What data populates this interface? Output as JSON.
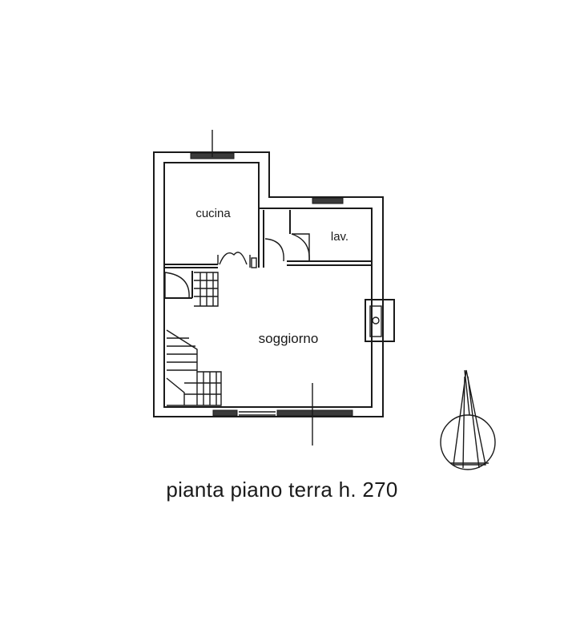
{
  "rooms": {
    "kitchen": "cucina",
    "bathroom": "lav.",
    "living": "soggiorno"
  },
  "caption": "pianta piano terra h. 270",
  "colors": {
    "ink": "#1a1a1a",
    "background": "#ffffff"
  },
  "icons": {
    "compass": "north-arrow-icon"
  }
}
